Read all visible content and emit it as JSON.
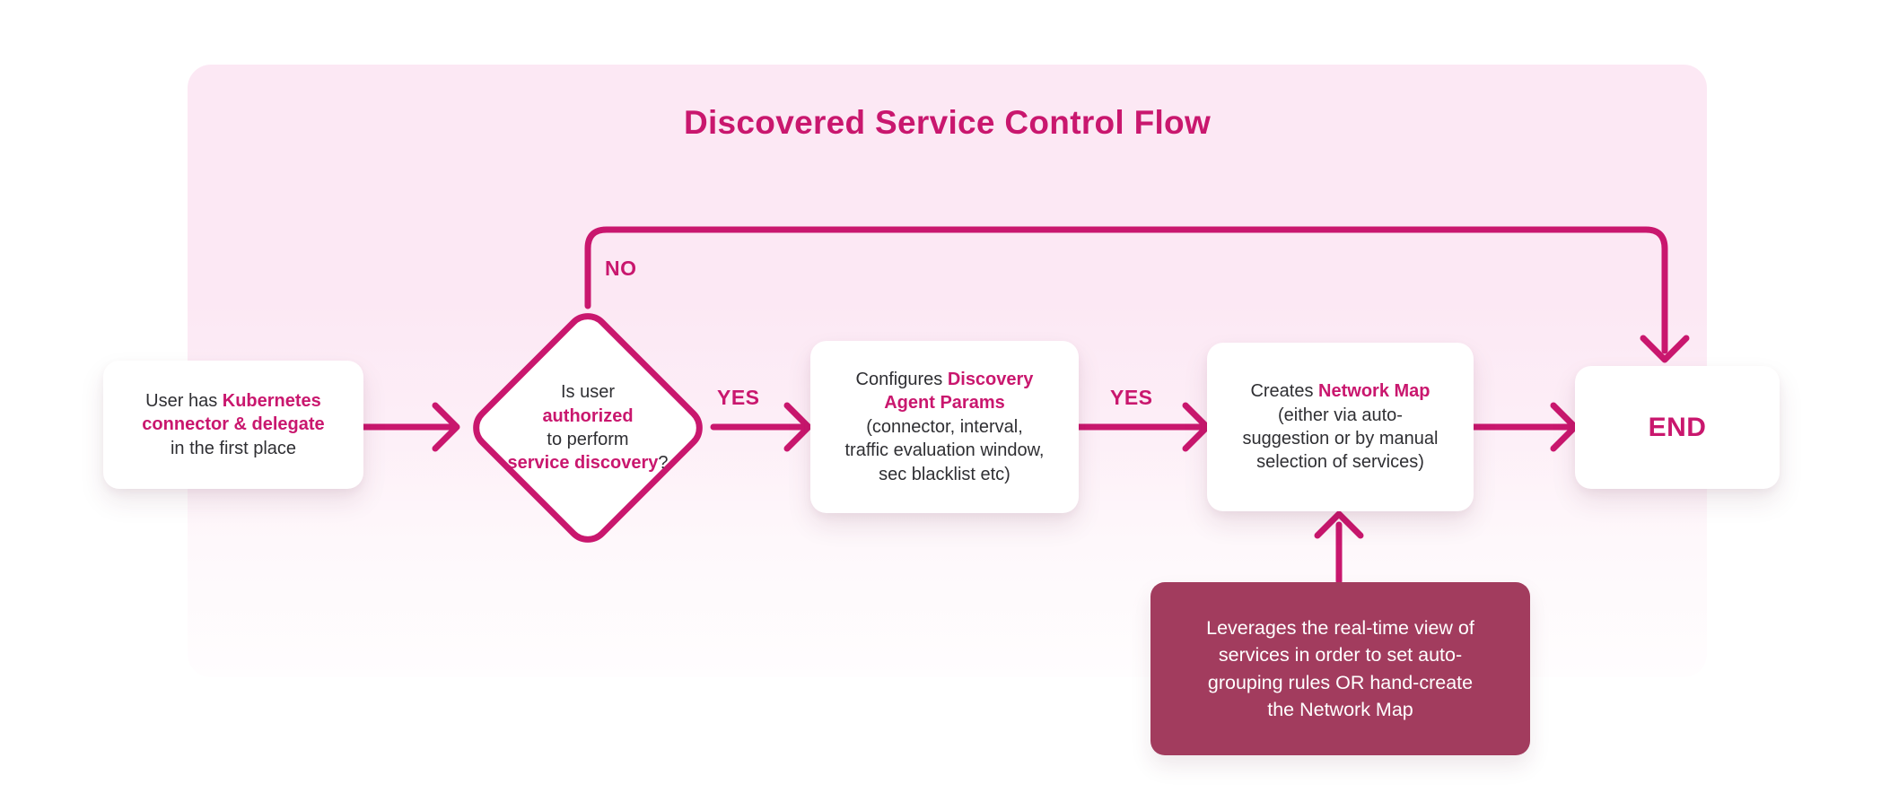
{
  "title": "Discovered Service Control Flow",
  "colors": {
    "accent": "#c9176e",
    "container_bg_top": "#fce8f4",
    "container_bg_bottom": "#fffdfe",
    "node_bg": "#ffffff",
    "node_text": "#2f2f33",
    "note_bg": "#a23c5e",
    "note_text": "#ffffff",
    "page_bg": "#ffffff"
  },
  "labels": {
    "no": "NO",
    "yes_1": "YES",
    "yes_2": "YES"
  },
  "nodes": {
    "start": {
      "segments": [
        {
          "text": "User has "
        },
        {
          "text": "Kubernetes\nconnector & delegate",
          "accent": true
        },
        {
          "text": "\nin the first place"
        }
      ]
    },
    "decision": {
      "segments": [
        {
          "text": "Is user\n"
        },
        {
          "text": "authorized",
          "accent": true
        },
        {
          "text": "\nto perform\n"
        },
        {
          "text": "service discovery",
          "accent": true
        },
        {
          "text": "?"
        }
      ]
    },
    "configure": {
      "segments": [
        {
          "text": "Configures "
        },
        {
          "text": "Discovery\nAgent Params",
          "accent": true
        },
        {
          "text": "\n(connector, interval,\ntraffic evaluation window,\nsec blacklist etc)"
        }
      ]
    },
    "create_map": {
      "segments": [
        {
          "text": "Creates "
        },
        {
          "text": "Network Map",
          "accent": true
        },
        {
          "text": "\n(either via auto-\nsuggestion or by manual\nselection of services)"
        }
      ]
    },
    "end": {
      "label": "END"
    },
    "note": {
      "text": "Leverages the real-time view of\nservices in order to set auto-\ngrouping rules OR hand-create\nthe Network Map"
    }
  }
}
